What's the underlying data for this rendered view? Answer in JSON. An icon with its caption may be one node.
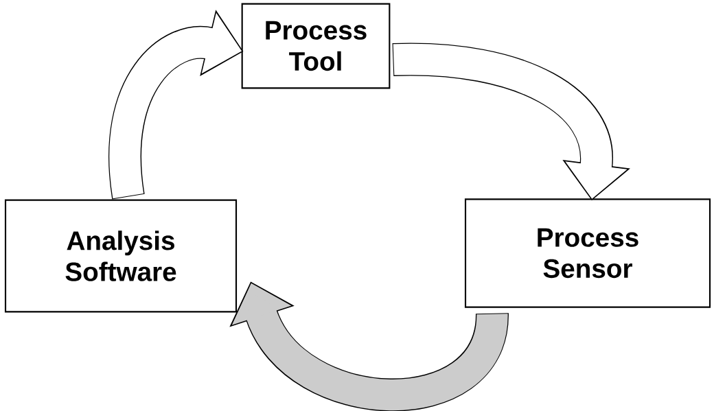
{
  "diagram": {
    "nodes": [
      {
        "text": [
          "Process Tool"
        ]
      },
      {
        "text": [
          "Process Sensor"
        ]
      },
      {
        "text": [
          "Analysis Software"
        ]
      }
    ],
    "edges": [
      {
        "from": 0,
        "to": 1,
        "arrow": "to"
      },
      {
        "from": 1,
        "to": 2,
        "arrow": "to",
        "color": "#cccccc"
      },
      {
        "from": 2,
        "to": 0,
        "arrow": "to"
      }
    ]
  }
}
